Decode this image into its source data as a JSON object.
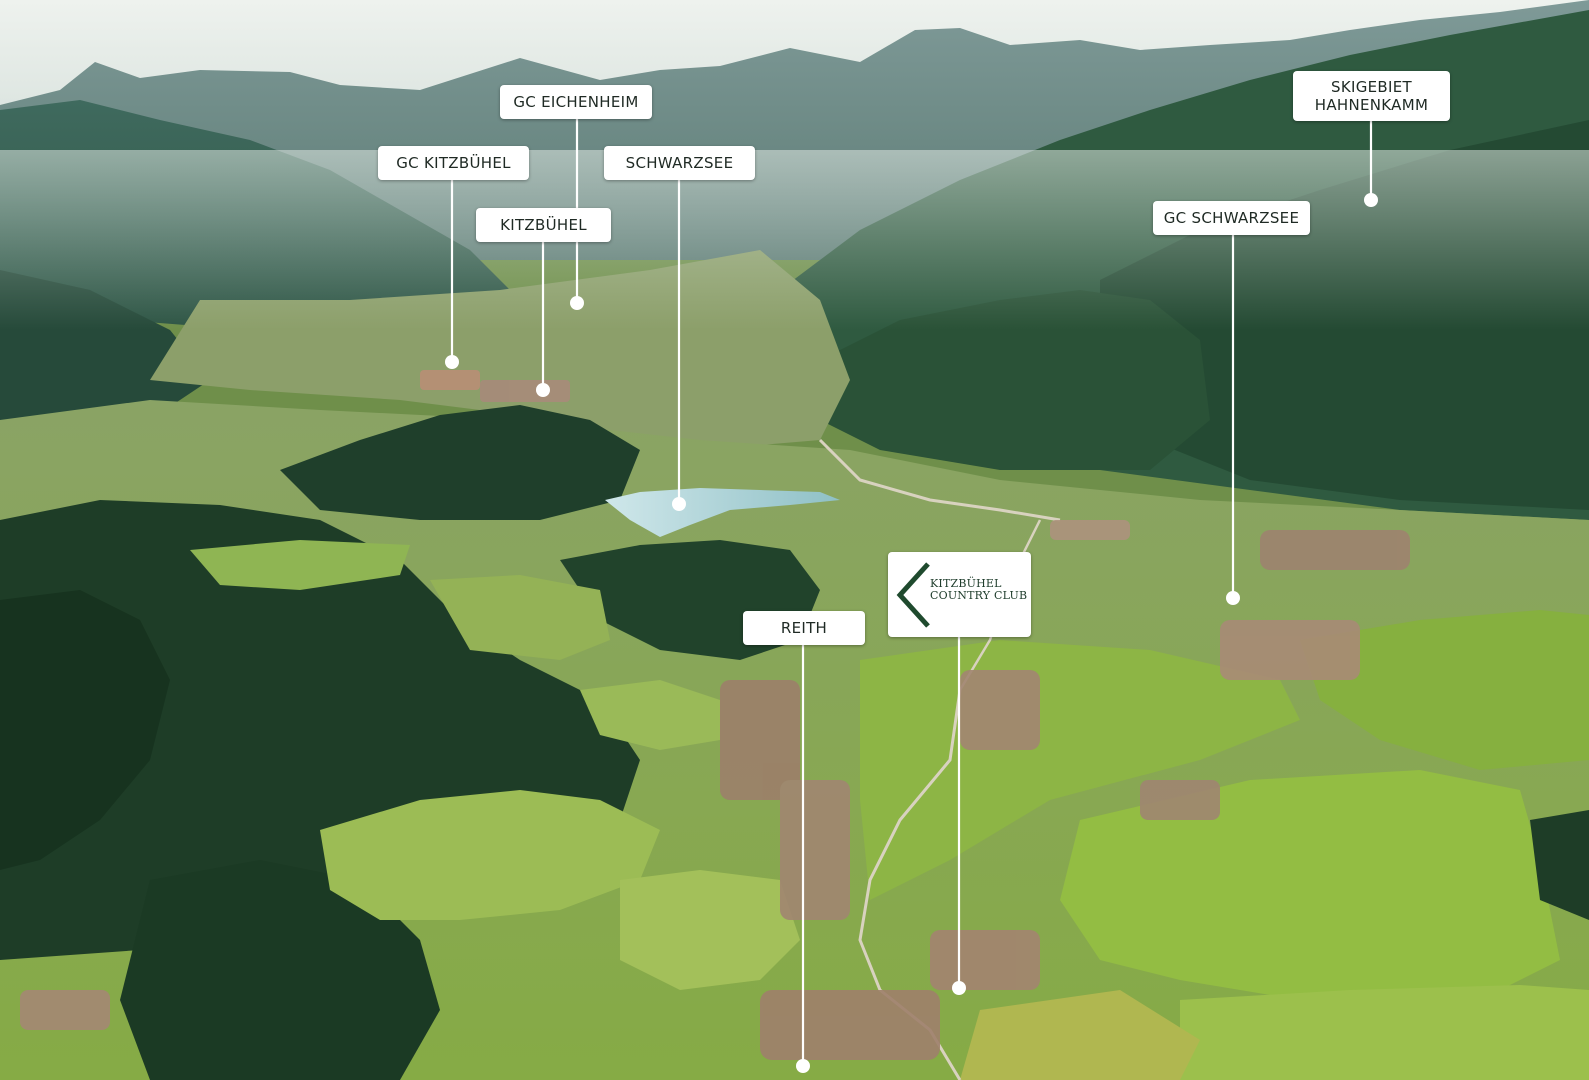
{
  "labels": {
    "gc_eichenheim": "GC EICHENHEIM",
    "gc_kitzbuehel": "GC KITZBÜHEL",
    "schwarzsee": "SCHWARZSEE",
    "kitzbuehel": "KITZBÜHEL",
    "skigebiet_hahnenkamm": "SKIGEBIET\nHAHNENKAMM",
    "gc_schwarzsee": "GC SCHWARZSEE",
    "reith": "REITH"
  },
  "logo": {
    "line1": "KITZBÜHEL",
    "line2": "COUNTRY CLUB"
  },
  "colors": {
    "brand_green": "#1f4a2e",
    "label_bg": "#ffffff",
    "label_text": "#1f2a24"
  }
}
